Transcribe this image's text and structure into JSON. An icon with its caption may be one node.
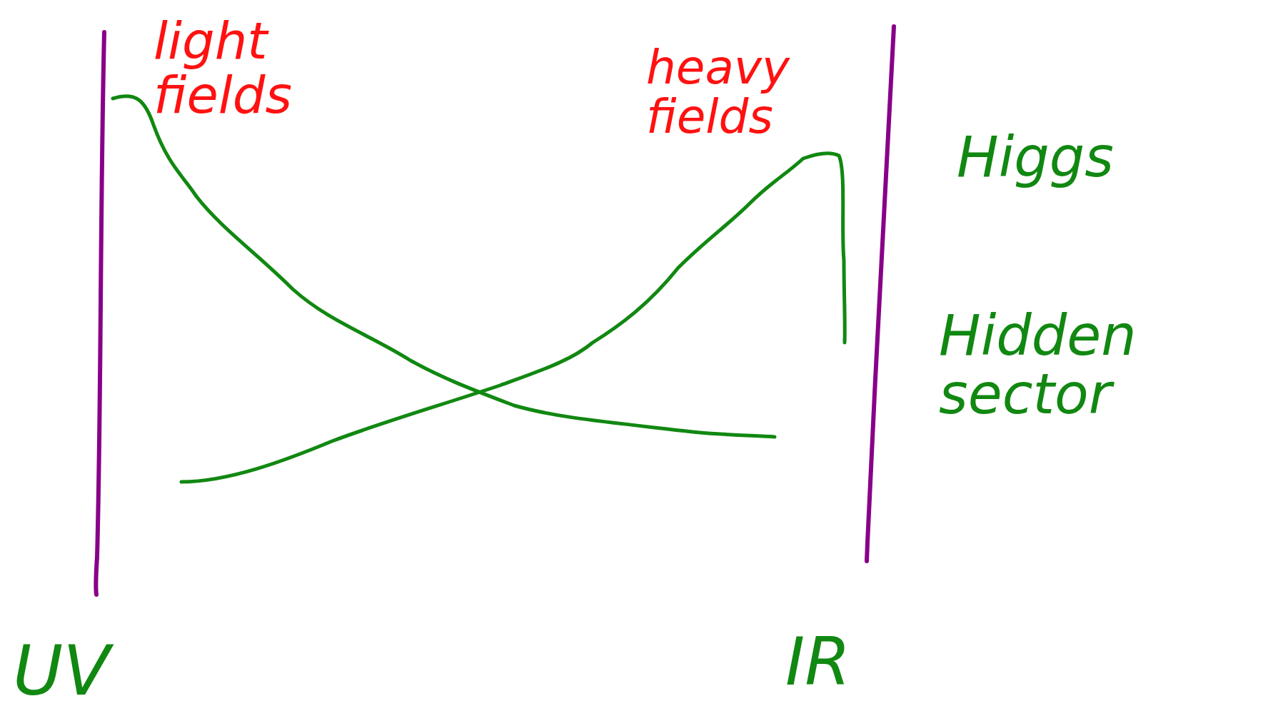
{
  "diagram": {
    "labels": [
      "light fields",
      "heavy fields",
      "Higgs",
      "Hidden sector",
      "UV",
      "IR"
    ]
  }
}
